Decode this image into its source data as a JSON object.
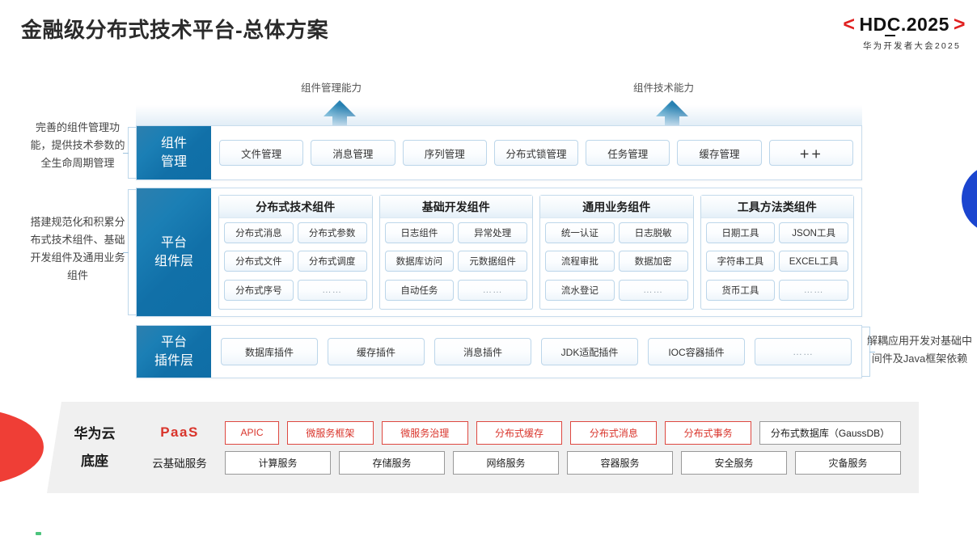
{
  "header": {
    "title": "金融级分布式技术平台-总体方案",
    "logo_bracket_left": "<",
    "logo_bracket_right": ">",
    "logo_text": "HDC.2025",
    "logo_subtitle": "华为开发者大会2025"
  },
  "callouts": {
    "left_arrow_label": "组件管理能力",
    "right_arrow_label": "组件技术能力"
  },
  "side_notes": {
    "left_top": "完善的组件管理功能，提供技术参数的全生命周期管理",
    "left_bottom": "搭建规范化和积累分布式技术组件、基础开发组件及通用业务组件",
    "right": "解耦应用开发对基础中间件及Java框架依赖"
  },
  "management_layer": {
    "tab_line1": "组件",
    "tab_line2": "管理",
    "items": [
      "文件管理",
      "消息管理",
      "序列管理",
      "分布式锁管理",
      "任务管理",
      "缓存管理",
      "＋＋"
    ]
  },
  "platform_layer": {
    "tab_line1": "平台",
    "tab_line2": "组件层",
    "groups": [
      {
        "title": "分布式技术组件",
        "items": [
          "分布式消息",
          "分布式参数",
          "分布式文件",
          "分布式调度",
          "分布式序号",
          "……"
        ]
      },
      {
        "title": "基础开发组件",
        "items": [
          "日志组件",
          "异常处理",
          "数据库访问",
          "元数据组件",
          "自动任务",
          "……"
        ]
      },
      {
        "title": "通用业务组件",
        "items": [
          "统一认证",
          "日志脱敏",
          "流程审批",
          "数据加密",
          "流水登记",
          "……"
        ]
      },
      {
        "title": "工具方法类组件",
        "items": [
          "日期工具",
          "JSON工具",
          "字符串工具",
          "EXCEL工具",
          "货币工具",
          "……"
        ]
      }
    ]
  },
  "plugin_layer": {
    "tab_line1": "平台",
    "tab_line2": "插件层",
    "items": [
      "数据库插件",
      "缓存插件",
      "消息插件",
      "JDK适配插件",
      "IOC容器插件",
      "……"
    ]
  },
  "cloud_base": {
    "title_line1": "华为云",
    "title_line2": "底座",
    "paas_label": "PaaS",
    "infra_label": "云基础服务",
    "paas_items": [
      {
        "label": "APIC",
        "style": "red"
      },
      {
        "label": "微服务框架",
        "style": "red"
      },
      {
        "label": "微服务治理",
        "style": "red"
      },
      {
        "label": "分布式缓存",
        "style": "red"
      },
      {
        "label": "分布式消息",
        "style": "red"
      },
      {
        "label": "分布式事务",
        "style": "red"
      },
      {
        "label": "分布式数据库（GaussDB）",
        "style": "gray"
      }
    ],
    "infra_items": [
      {
        "label": "计算服务",
        "style": "gray"
      },
      {
        "label": "存储服务",
        "style": "gray"
      },
      {
        "label": "网络服务",
        "style": "gray"
      },
      {
        "label": "容器服务",
        "style": "gray"
      },
      {
        "label": "安全服务",
        "style": "gray"
      },
      {
        "label": "灾备服务",
        "style": "gray"
      }
    ]
  },
  "colors": {
    "accent_blue": "#1170a8",
    "brand_red": "#d9342b",
    "decor_blue": "#1b45cf",
    "decor_red": "#ef3e36",
    "panel_border": "#bcd6ea"
  }
}
